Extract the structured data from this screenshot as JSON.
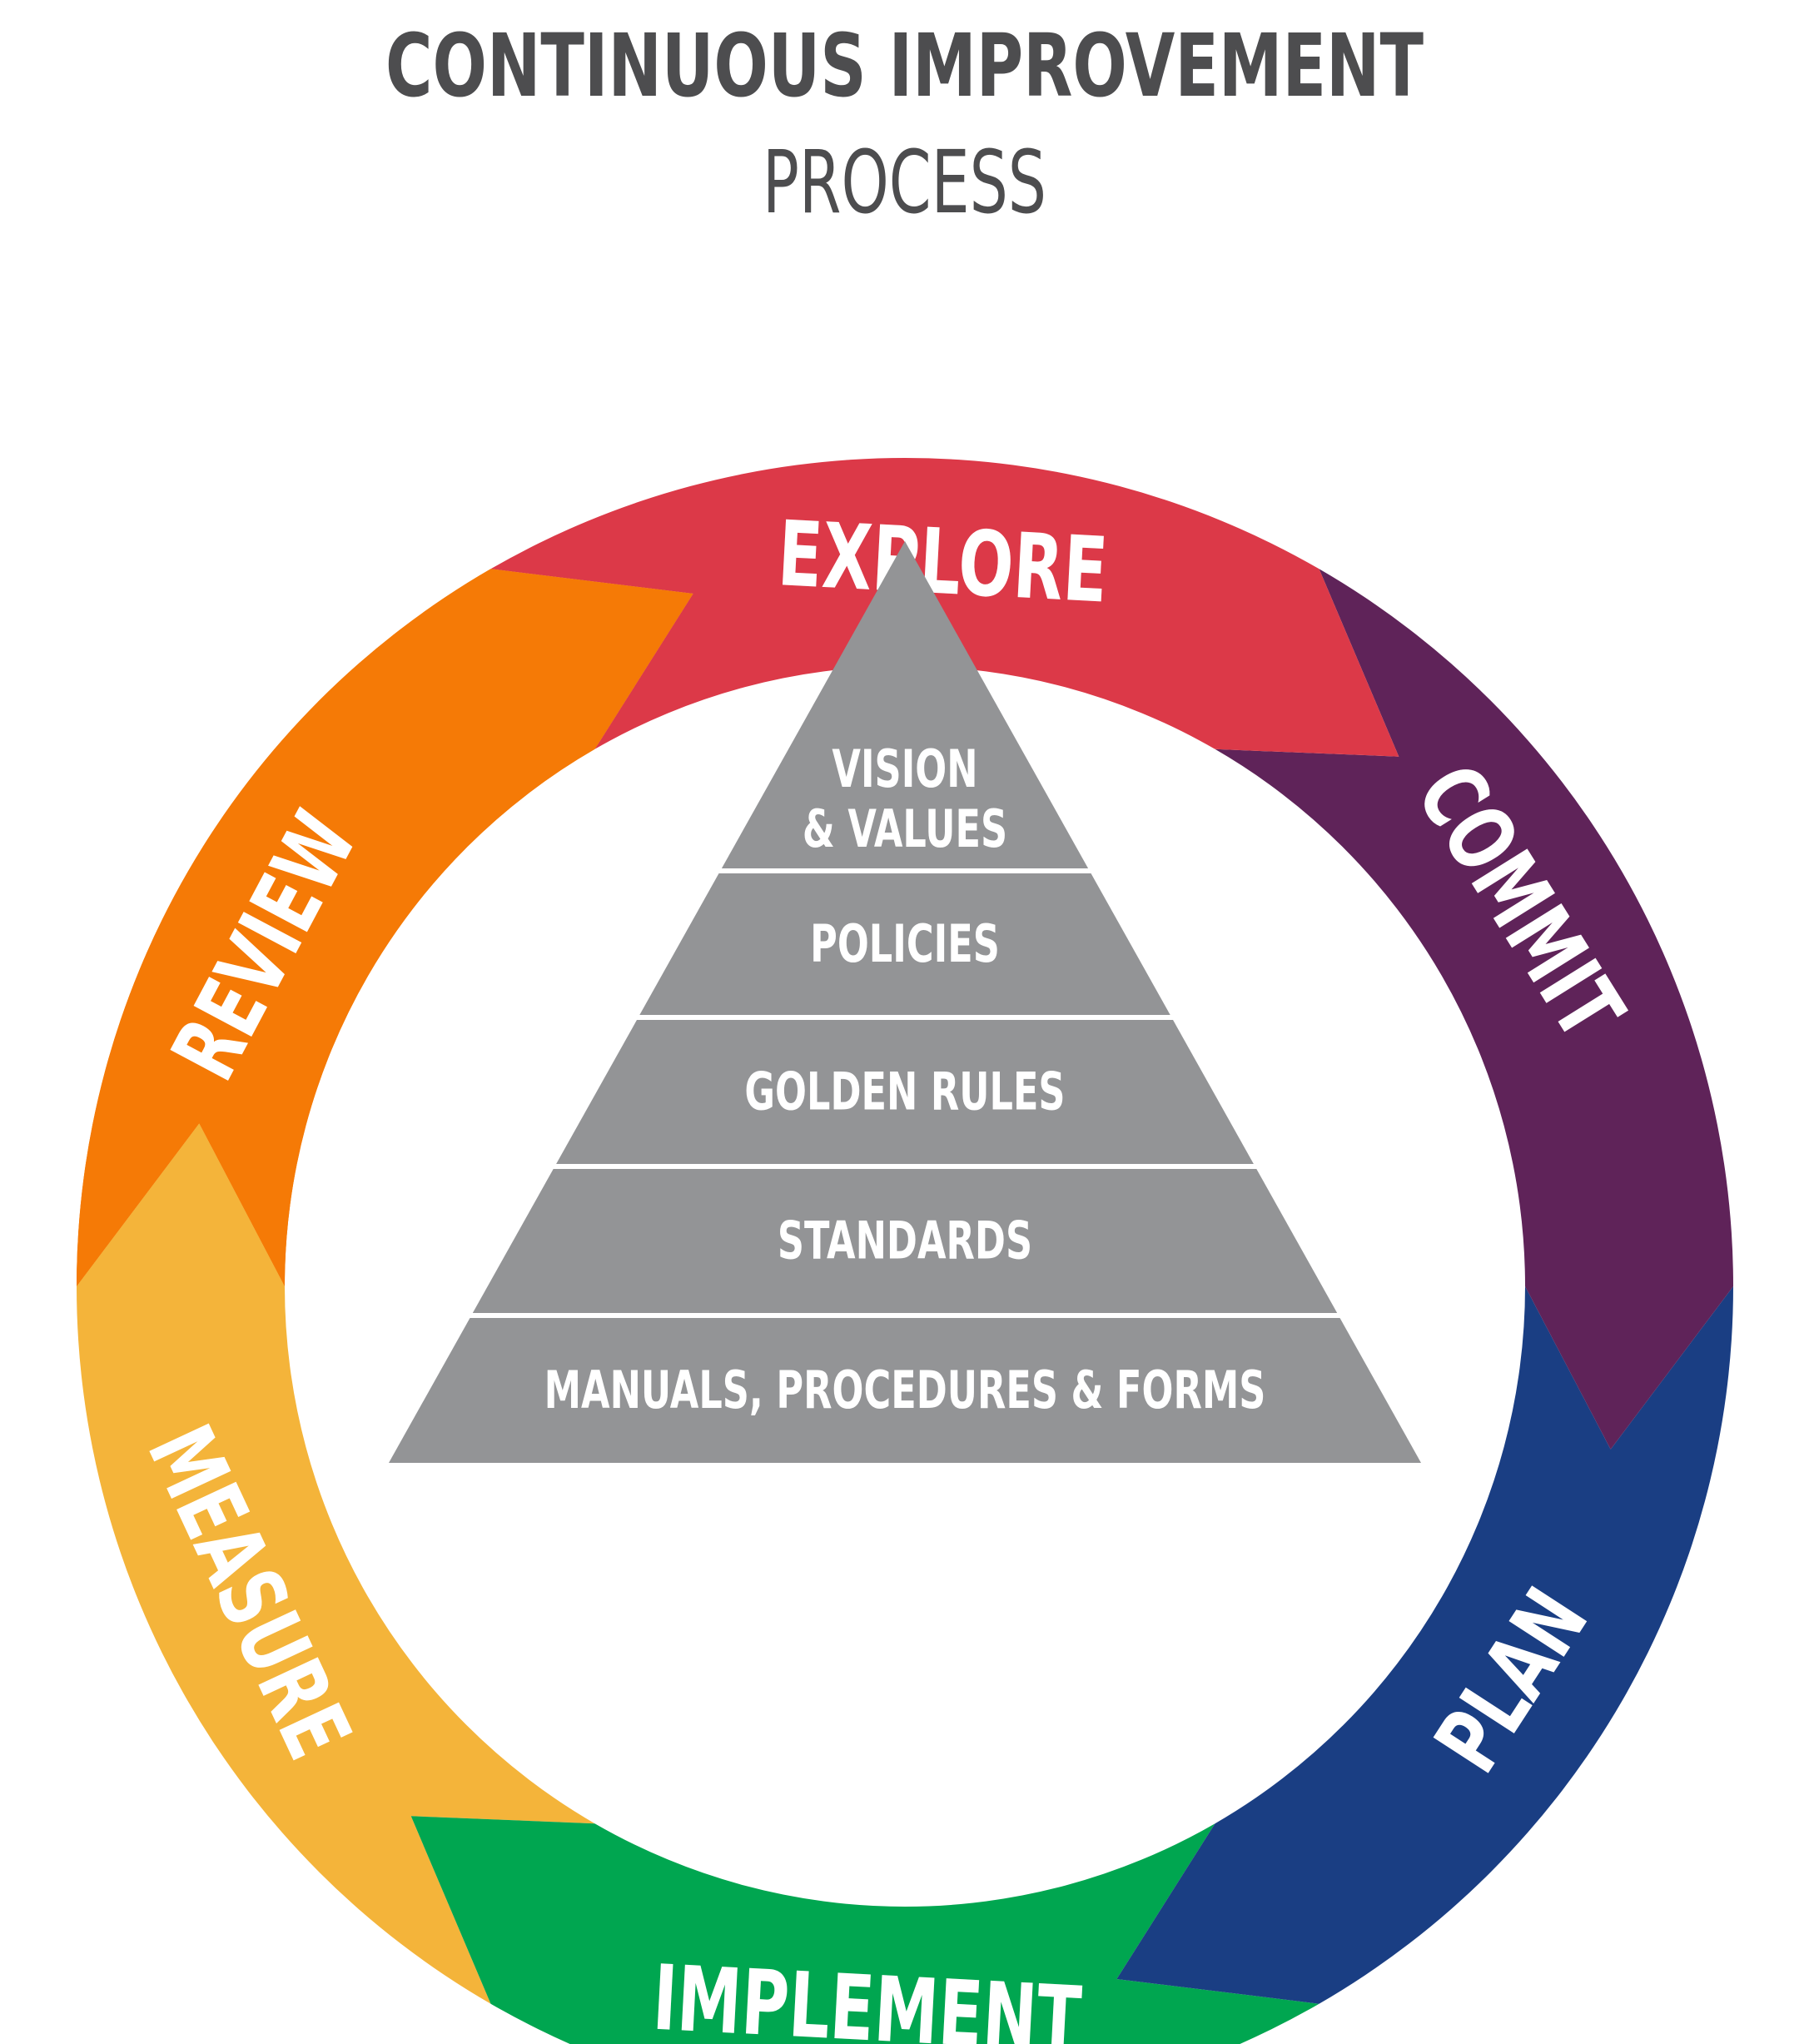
{
  "title": "CONTINUOUS IMPROVEMENT",
  "subtitle": "PROCESS",
  "cycle": [
    {
      "label": "EXPLORE",
      "color": "#dc3948"
    },
    {
      "label": "COMMIT",
      "color": "#5f2359"
    },
    {
      "label": "PLAN",
      "color": "#1a3e83"
    },
    {
      "label": "IMPLEMENT",
      "color": "#00a650"
    },
    {
      "label": "MEASURE",
      "color": "#f4b43a"
    },
    {
      "label": "REVIEW",
      "color": "#f57a06"
    }
  ],
  "pyramid": {
    "color": "#939496",
    "layers": [
      {
        "lines": [
          "VISION",
          "& VALUES"
        ]
      },
      {
        "lines": [
          "POLICIES"
        ]
      },
      {
        "lines": [
          "GOLDEN RULES"
        ]
      },
      {
        "lines": [
          "STANDARDS"
        ]
      },
      {
        "lines": [
          "MANUALS, PROCEDURES & FORMS"
        ]
      }
    ]
  }
}
